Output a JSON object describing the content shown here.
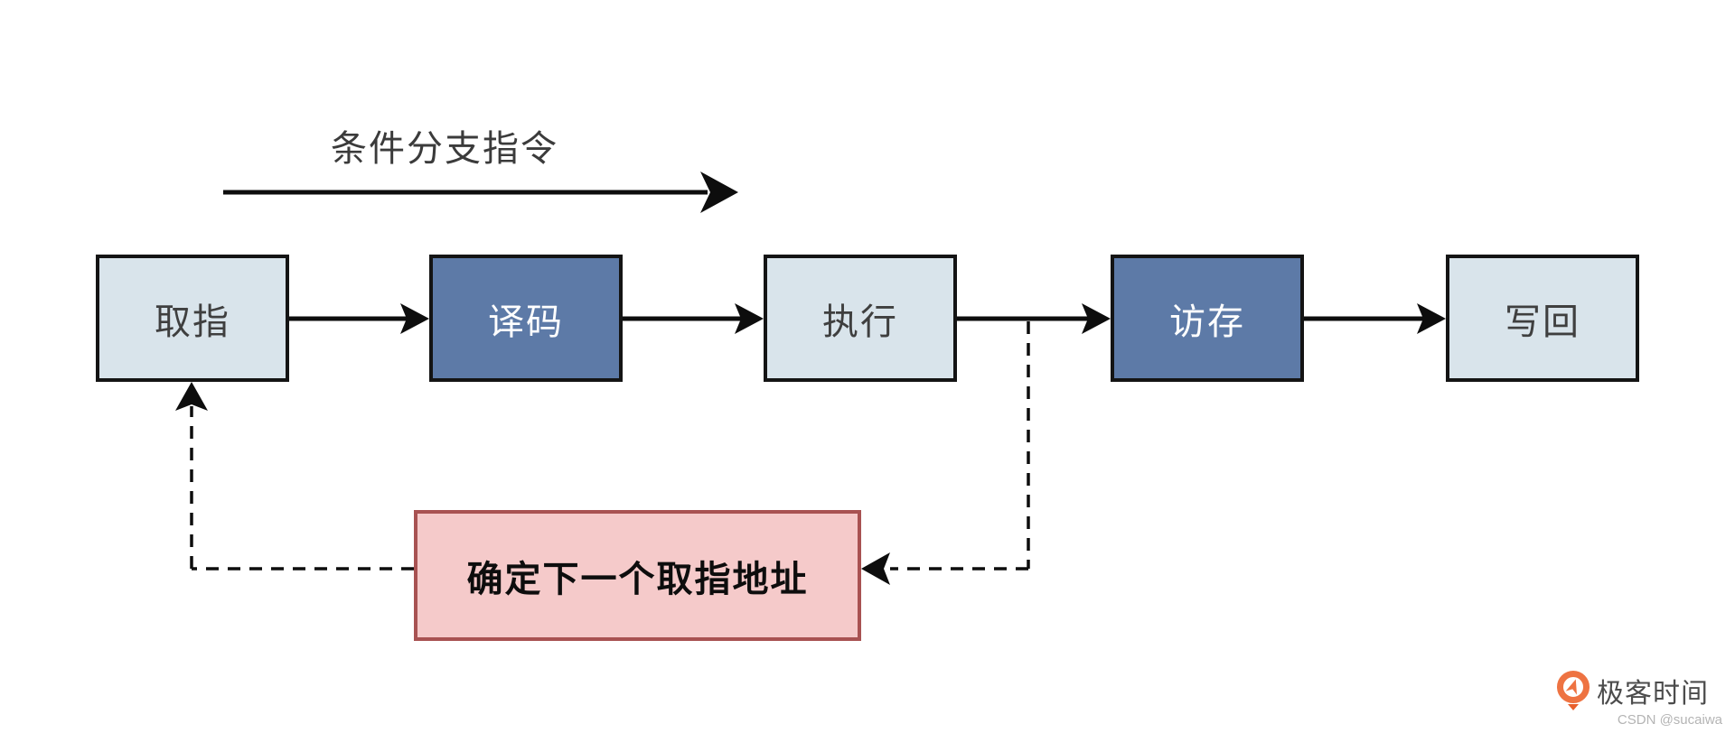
{
  "diagram": {
    "branch_label": "条件分支指令",
    "stages": [
      {
        "id": "fetch",
        "label": "取指",
        "variant": "light"
      },
      {
        "id": "decode",
        "label": "译码",
        "variant": "dark"
      },
      {
        "id": "execute",
        "label": "执行",
        "variant": "light"
      },
      {
        "id": "memory",
        "label": "访存",
        "variant": "dark"
      },
      {
        "id": "writeback",
        "label": "写回",
        "variant": "light"
      }
    ],
    "feedback_box": {
      "label": "确定下一个取指地址"
    },
    "colors": {
      "stage_light_fill": "#d9e4eb",
      "stage_dark_fill": "#5d7aa7",
      "stage_border": "#141414",
      "stage_light_text": "#3f3f3f",
      "stage_dark_text": "#ffffff",
      "feedback_fill": "#f5caca",
      "feedback_border": "#a85252",
      "connector": "#0d0d0d",
      "background": "#ffffff"
    }
  },
  "watermark": {
    "brand": "极客时间",
    "credit": "CSDN @sucaiwa",
    "logo_color": "#ee7342",
    "brand_text_color": "#4c4c4c",
    "credit_text_color": "#b4b4b4"
  }
}
